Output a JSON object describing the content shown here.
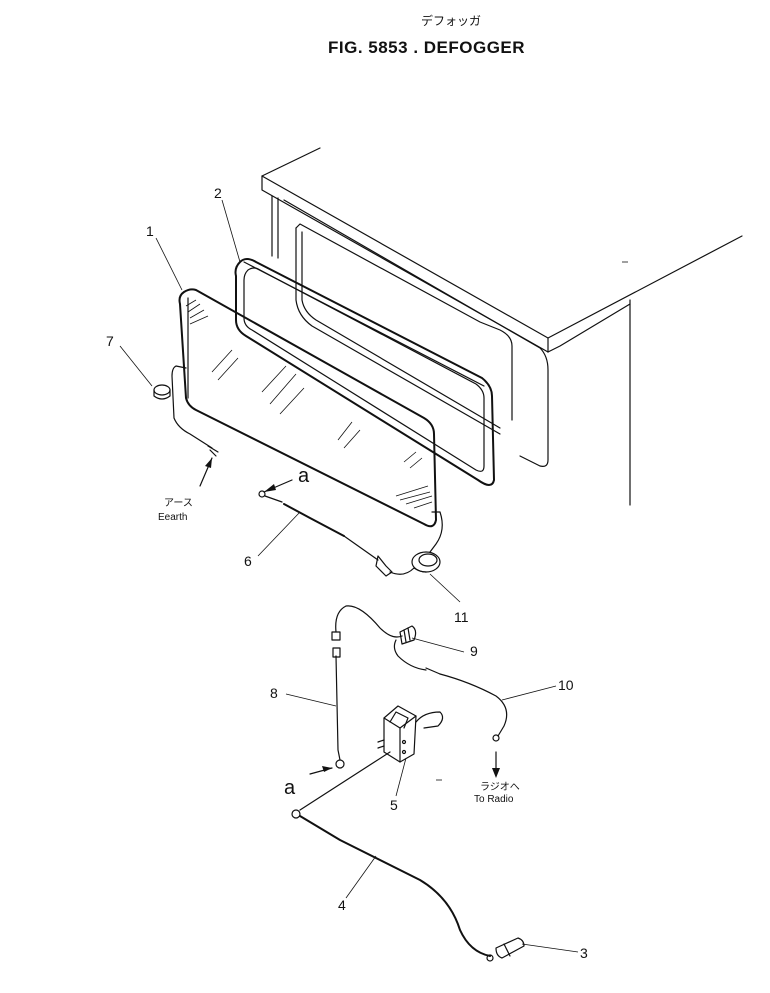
{
  "figure": {
    "title": "FIG. 5853 . DEFOGGER",
    "title_jp": "デフォッガ"
  },
  "labels": {
    "earth_jp": "アース",
    "earth_en": "Eearth",
    "radio_jp": "ラジオへ",
    "radio_en": "To Radio",
    "connection_mark": "a"
  },
  "parts": [
    {
      "ref": "1"
    },
    {
      "ref": "2"
    },
    {
      "ref": "3"
    },
    {
      "ref": "4"
    },
    {
      "ref": "5"
    },
    {
      "ref": "6"
    },
    {
      "ref": "7"
    },
    {
      "ref": "8"
    },
    {
      "ref": "9"
    },
    {
      "ref": "10"
    },
    {
      "ref": "11"
    }
  ]
}
